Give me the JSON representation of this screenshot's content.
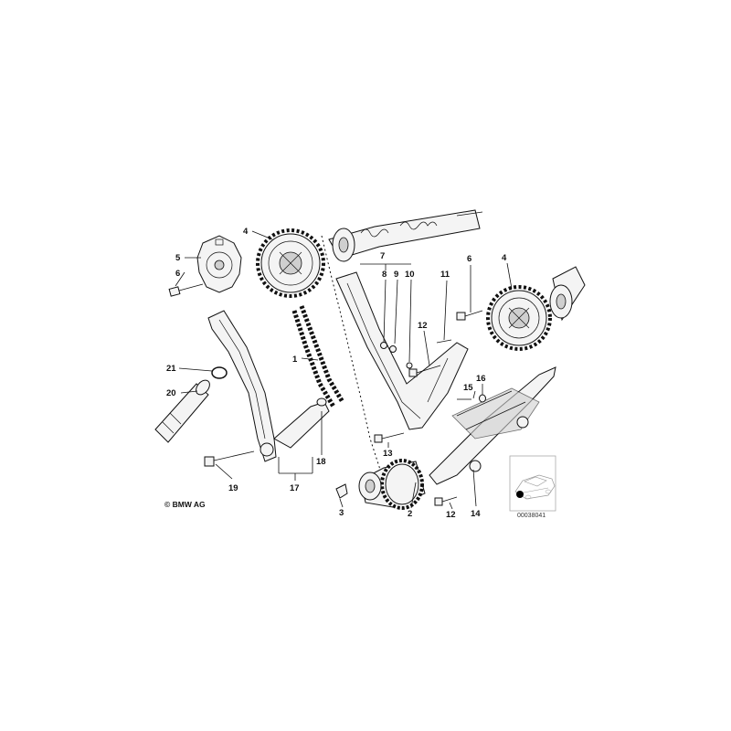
{
  "diagram": {
    "copyright": "© BMW AG",
    "reference_number": "00038041",
    "callouts": {
      "c1": "1",
      "c2": "2",
      "c3": "3",
      "c4a": "4",
      "c4b": "4",
      "c5": "5",
      "c6a": "6",
      "c6b": "6",
      "c7": "7",
      "c8": "8",
      "c9": "9",
      "c10": "10",
      "c11": "11",
      "c12a": "12",
      "c12b": "12",
      "c13": "13",
      "c14": "14",
      "c15": "15",
      "c16": "16",
      "c17": "17",
      "c18": "18",
      "c19": "19",
      "c20": "20",
      "c21": "21"
    }
  }
}
